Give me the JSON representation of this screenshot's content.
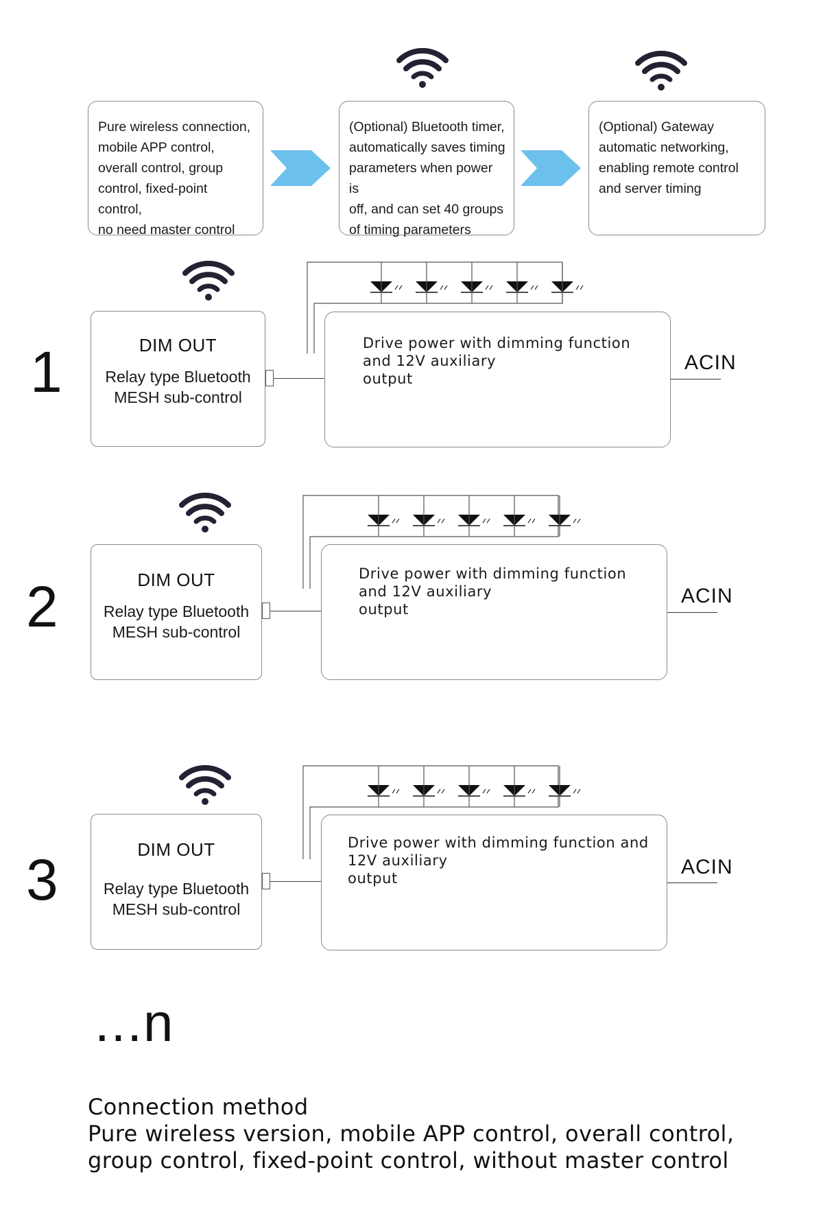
{
  "top_boxes": [
    {
      "lines": [
        "Pure wireless connection,",
        "mobile APP control,",
        "overall control, group",
        "control, fixed-point control,",
        "no need master control"
      ]
    },
    {
      "lines": [
        "(Optional) Bluetooth timer,",
        "automatically saves timing",
        "parameters when power is",
        "off, and can set 40 groups",
        "of timing parameters"
      ]
    },
    {
      "lines": [
        "(Optional) Gateway",
        "automatic networking,",
        "enabling remote control",
        "and server timing"
      ]
    }
  ],
  "rows": [
    {
      "number": "1",
      "dim_title": "DIM OUT",
      "dim_sub_1": "Relay type Bluetooth",
      "dim_sub_2": "MESH sub-control",
      "driver_text": "Drive power with dimming function\nand 12V auxiliary\noutput",
      "acin": "ACIN"
    },
    {
      "number": "2",
      "dim_title": "DIM OUT",
      "dim_sub_1": "Relay type Bluetooth",
      "dim_sub_2": "MESH sub-control",
      "driver_text": "Drive power with dimming function\nand 12V auxiliary\noutput",
      "acin": "ACIN"
    },
    {
      "number": "3",
      "dim_title": "DIM OUT",
      "dim_sub_1": "Relay type Bluetooth",
      "dim_sub_2": "MESH sub-control",
      "driver_text": "Drive power with dimming function and\n12V auxiliary\noutput",
      "acin": "ACIN"
    }
  ],
  "ellipsis": "...n",
  "caption": {
    "line1": "Connection method",
    "line2": "Pure wireless version, mobile APP control, overall control,",
    "line3": "group control, fixed-point control, without master control"
  },
  "colors": {
    "arrow": "#6cc0ec",
    "wifi": "#222233",
    "border": "#8a8a8a"
  },
  "icons": {
    "wifi": "wifi-icon",
    "arrow": "chevron-right-icon",
    "led": "led-diode-icon"
  }
}
